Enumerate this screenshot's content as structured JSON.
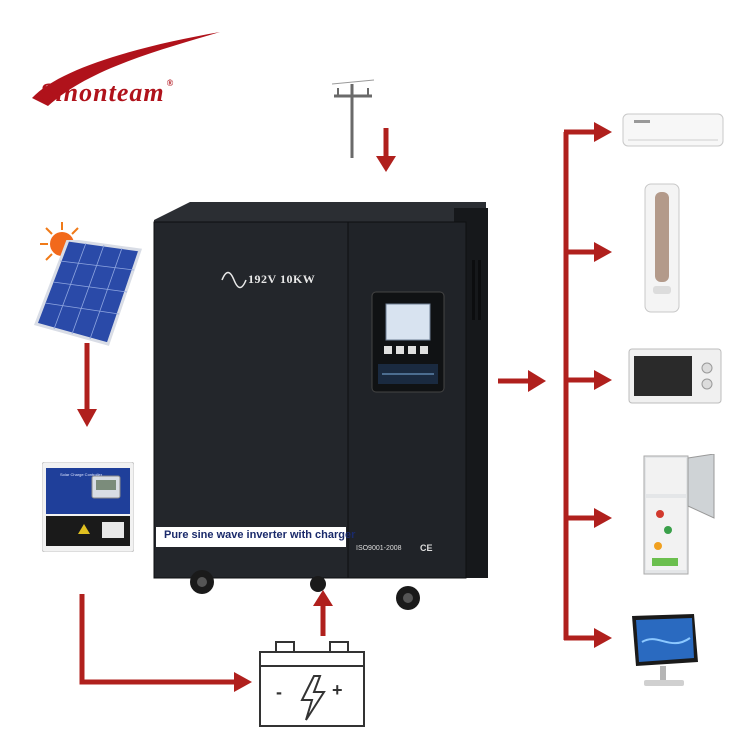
{
  "brand": {
    "name": "Sinonteam",
    "registered": "®",
    "color": "#b0121b"
  },
  "inverter": {
    "model_label": "192V 10KW",
    "product_label": "Pure sine wave inverter with charger",
    "certification": "ISO9001-2008",
    "ce_mark": "CE",
    "body_color": "#1e2126"
  },
  "controller": {
    "panel_label": "Solar Charge Controller"
  },
  "battery": {
    "minus": "-",
    "plus": "+"
  },
  "arrow_color": "#b0201d",
  "icons": {
    "sun": "sun-icon",
    "solar_panel": "solar-panel-icon",
    "grid": "utility-pole-icon",
    "battery": "battery-icon",
    "loads": [
      "air-conditioner-icon",
      "floor-ac-icon",
      "microwave-icon",
      "refrigerator-icon",
      "monitor-icon"
    ]
  }
}
